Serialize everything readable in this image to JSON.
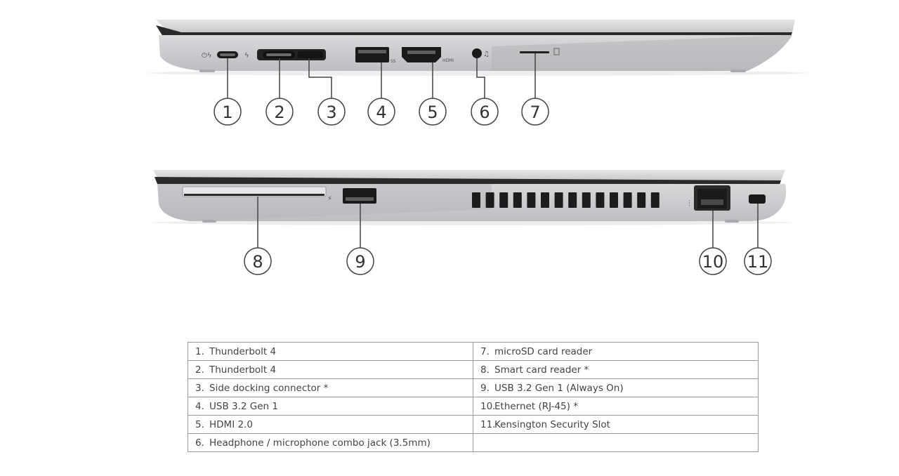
{
  "callouts": [
    "1",
    "2",
    "3",
    "4",
    "5",
    "6",
    "7",
    "8",
    "9",
    "10",
    "11"
  ],
  "port_labels": {
    "ss": "SS",
    "hdmi": "HDMI"
  },
  "table": {
    "rows": [
      [
        {
          "num": "1.",
          "text": "Thunderbolt 4"
        },
        {
          "num": "7.",
          "text": "microSD card reader"
        }
      ],
      [
        {
          "num": "2.",
          "text": "Thunderbolt 4"
        },
        {
          "num": "8.",
          "text": "Smart card reader *"
        }
      ],
      [
        {
          "num": "3.",
          "text": "Side docking connector *"
        },
        {
          "num": "9.",
          "text": "USB 3.2 Gen 1 (Always On)"
        }
      ],
      [
        {
          "num": "4.",
          "text": "USB 3.2 Gen 1"
        },
        {
          "num": "10.",
          "text": "Ethernet (RJ-45) *"
        }
      ],
      [
        {
          "num": "5.",
          "text": "HDMI 2.0"
        },
        {
          "num": "11.",
          "text": "Kensington Security Slot"
        }
      ],
      [
        {
          "num": "6.",
          "text": "Headphone / microphone combo jack (3.5mm)"
        },
        {
          "num": "",
          "text": ""
        }
      ]
    ]
  },
  "colors": {
    "chassis": "#c9cacc",
    "lid": "#d7d8da",
    "port": "#1a1a1a",
    "line": "#444444"
  }
}
